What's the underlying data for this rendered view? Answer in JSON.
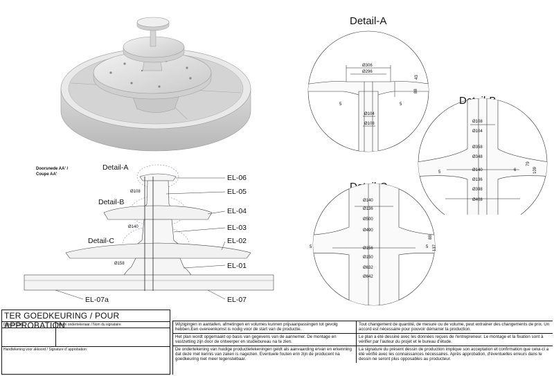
{
  "details": {
    "a": {
      "title": "Detail-A",
      "dims": [
        "Ø306",
        "Ø296",
        "43",
        "88",
        "5",
        "5",
        "Ø104",
        "Ø108"
      ]
    },
    "b": {
      "title": "Detail-B",
      "dims": [
        "Ø108",
        "Ø104",
        "Ø358",
        "Ø348",
        "5",
        "6",
        "79",
        "109",
        "Ø140",
        "Ø136",
        "Ø398",
        "Ø408"
      ]
    },
    "c": {
      "title": "Detail-C",
      "dims": [
        "Ø140",
        "Ø136",
        "Ø500",
        "Ø490",
        "5",
        "5",
        "88",
        "137",
        "Ø156",
        "Ø150",
        "Ø632",
        "Ø642"
      ]
    }
  },
  "section": {
    "title_line1": "Doorsnede AA' /",
    "title_line2": "Coupe AA'",
    "callouts": [
      "Detail-A",
      "Detail-B",
      "Detail-C"
    ],
    "inner_dims": [
      "Ø108",
      "Ø140",
      "Ø158"
    ],
    "labels": [
      "EL-06",
      "EL-05",
      "EL-04",
      "EL-03",
      "EL-02",
      "EL-01",
      "EL-07a",
      "EL-07"
    ]
  },
  "approval": {
    "title": "TER GOEDKEURING / POUR APPROBATION",
    "date_label": "Datum / Date",
    "name_label": "Naam ondertekenaar / Nom du signataire",
    "signature_label": "Handtekening voor akkoord / Signature d' approbation:"
  },
  "notes": {
    "nl_1": "Wijzigingen in aantallen, afmetingen en volumes kunnen prijsaanpassingen tot gevolg hebben.Een overeenkomst is nodig voor de start van de productie.",
    "fr_1": "Tout changement de quantité, de mesure ou de volume, peut entrainer des changements de prix. Un accord est nécessaire pour pouvoir démarrer la production.",
    "nl_2": "Het plan wordt opgemaakt op basis van gegevens van de aannemer. De montage en vastzetting zijn door de ontwerper en studiebureau na te zien.",
    "fr_2": "Le plan a été dessiné avec les données reçues de l'entrepreneur. Le montage et la fixation sont à vérifier par l'auteur du projet et le bureau d'étude.",
    "nl_3": "De ondertekening van huidige productietekeningen geldt als aanvaarding ervan en erkenning dat deze met kennis van zaken is nagezien. Eventuele fouten erin zijn de producent na goedkeuring niet meer tegenstelbaar.",
    "fr_3": "La signature du présent dessin de production implique son acceptation et confirmation que celui-ci a été vérifié avec les connaissances nécessaires. Après approbation, d'éventuelles erreurs dans le dessin ne seront plus opposables au producteur."
  }
}
